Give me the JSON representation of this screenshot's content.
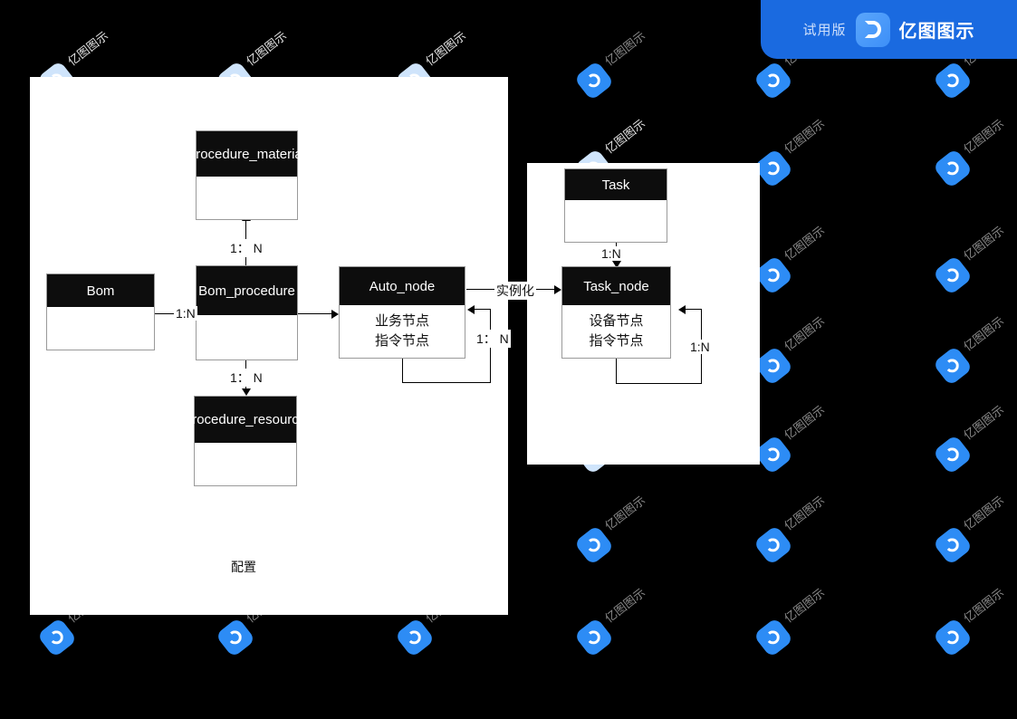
{
  "trial_badge": {
    "trial_label": "试用版",
    "brand_label": "亿图图示",
    "logo_icon": "edraw-logo-icon",
    "background_color": "#1a6ae0"
  },
  "watermark": {
    "text": "亿图图示",
    "icon": "edraw-logo-icon"
  },
  "canvas": {
    "background_color": "#ffffff",
    "page_background_color": "#000000"
  },
  "diagram": {
    "left_group_note": "配置",
    "entities": [
      {
        "id": "procedure_material",
        "title": "procedure_material",
        "body_lines": []
      },
      {
        "id": "bom",
        "title": "Bom",
        "body_lines": []
      },
      {
        "id": "bom_procedure",
        "title": "Bom_procedure",
        "body_lines": []
      },
      {
        "id": "auto_node",
        "title": "Auto_node",
        "body_lines": [
          "业务节点",
          "指令节点"
        ]
      },
      {
        "id": "procedure_resource",
        "title": "procedure_resource",
        "body_lines": []
      },
      {
        "id": "task",
        "title": "Task",
        "body_lines": []
      },
      {
        "id": "task_node",
        "title": "Task_node",
        "body_lines": [
          "设备节点",
          "指令节点"
        ]
      }
    ],
    "edges": [
      {
        "id": "bom_procedure_to_material",
        "label": "1： N"
      },
      {
        "id": "bom_to_bom_procedure",
        "label": "1:N"
      },
      {
        "id": "bom_procedure_to_resource",
        "label": "1： N"
      },
      {
        "id": "auto_node_self",
        "label": "1： N"
      },
      {
        "id": "auto_node_to_task_node",
        "label": "实例化"
      },
      {
        "id": "task_to_task_node",
        "label": "1:N"
      },
      {
        "id": "task_node_self",
        "label": "1:N"
      }
    ]
  }
}
